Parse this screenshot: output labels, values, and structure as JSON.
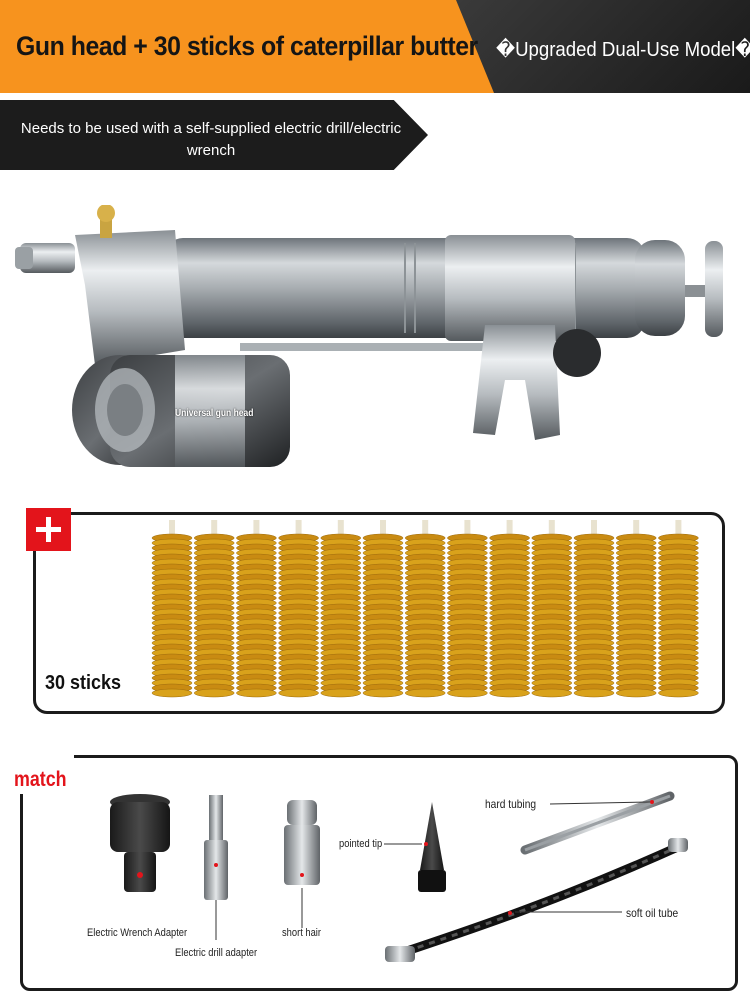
{
  "header": {
    "title": "Gun head + 30 sticks of caterpillar butter",
    "badge": "�Upgraded Dual-Use Model�"
  },
  "notice": {
    "text": "Needs to be used with a self-supplied electric drill/electric wrench"
  },
  "gun": {
    "head_label": "Universal gun head"
  },
  "sticks": {
    "count_label": "30 sticks",
    "visible_sticks": 13,
    "color": "#d9a21b"
  },
  "match": {
    "title": "match",
    "accessories": {
      "wrench_adapter": "Electric Wrench Adapter",
      "drill_adapter": "Electric drill adapter",
      "short_hair": "short hair",
      "pointed_tip": "pointed tip",
      "hard_tubing": "hard tubing",
      "soft_tube": "soft oil tube"
    }
  },
  "colors": {
    "brand_orange": "#f7931e",
    "dark": "#1c1c1c",
    "accent_red": "#e3141b"
  }
}
